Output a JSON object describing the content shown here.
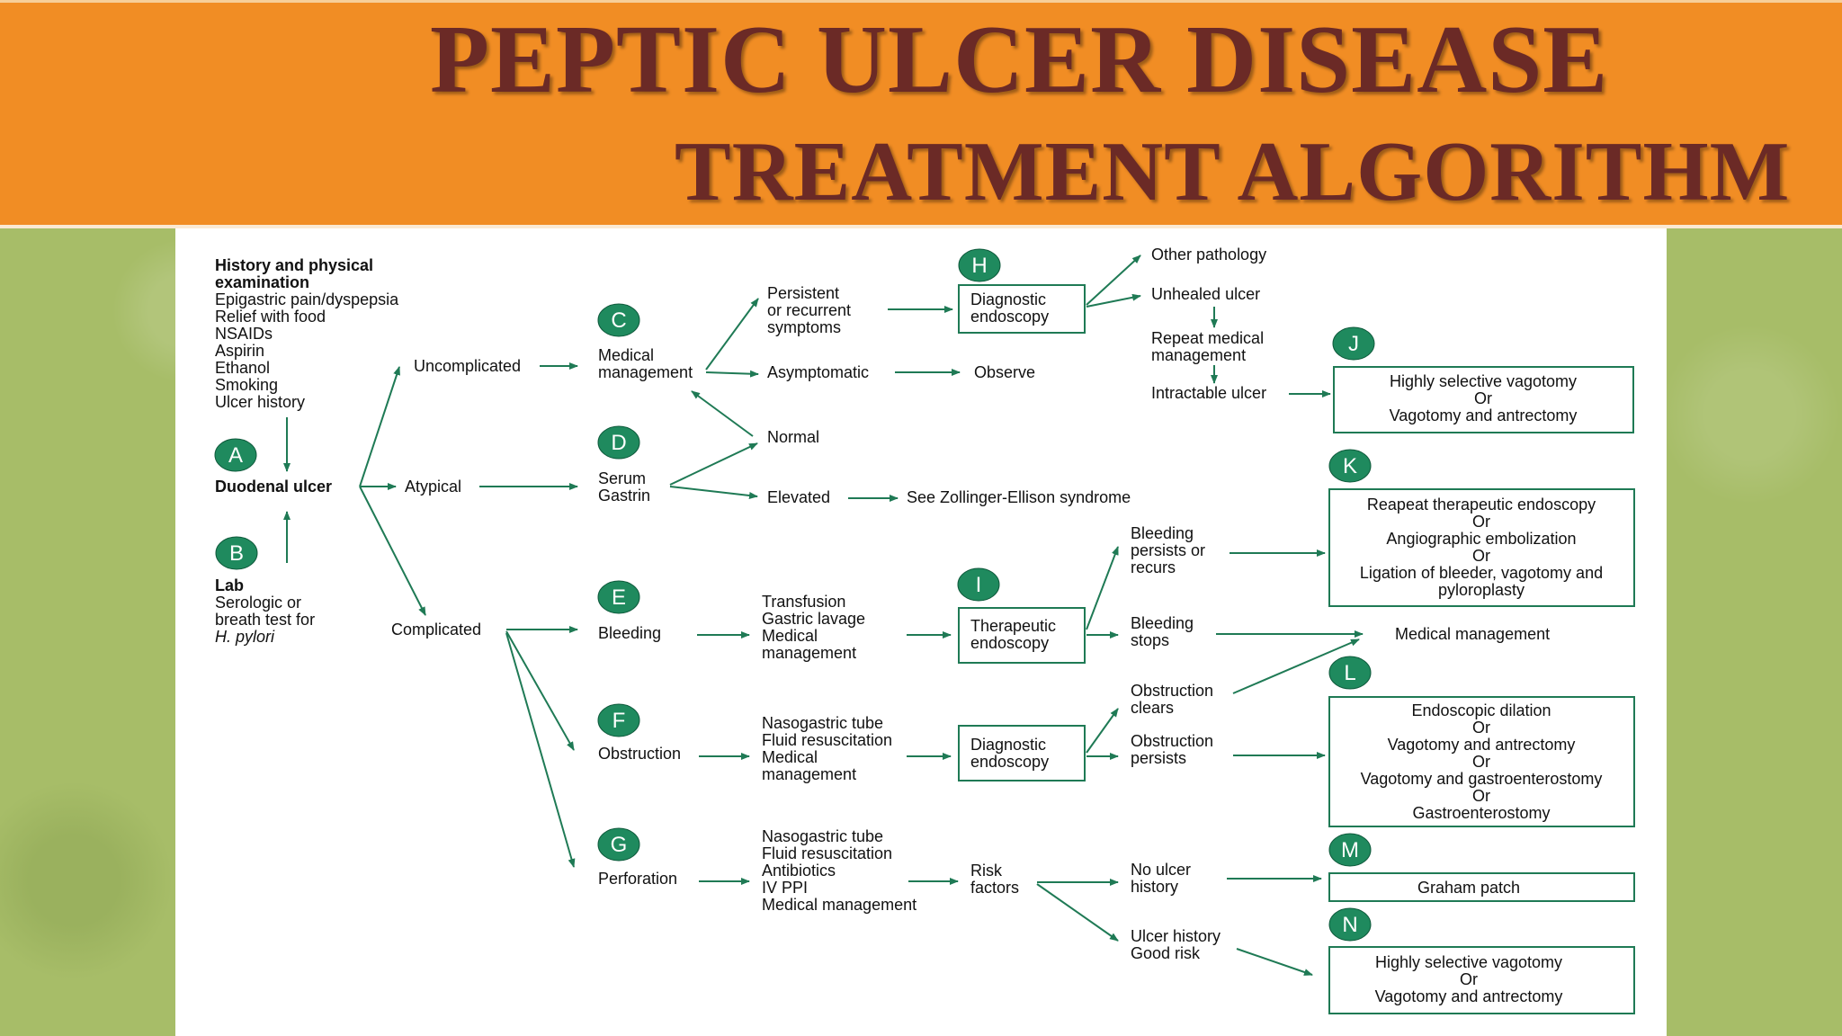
{
  "title_line1": "PEPTIC ULCER DISEASE",
  "title_line2": "TREATMENT ALGORITHM",
  "colors": {
    "banner": "#f18d24",
    "title": "#6b2a26",
    "arrow": "#1f7a55",
    "badge": "#1f8a5e",
    "background": "#a7bd68"
  },
  "nodes": {
    "history": [
      "History and physical",
      "examination"
    ],
    "history_items": [
      "Epigastric pain/dyspepsia",
      "Relief with food",
      "NSAIDs",
      "Aspirin",
      "Ethanol",
      "Smoking",
      "Ulcer history"
    ],
    "duodenal": "Duodenal ulcer",
    "lab": "Lab",
    "lab_items": [
      "Serologic or",
      "breath test for"
    ],
    "hpylori": "H. pylori",
    "uncomplicated": "Uncomplicated",
    "atypical": "Atypical",
    "complicated": "Complicated",
    "medical_mgmt": [
      "Medical",
      "management"
    ],
    "persistent": [
      "Persistent",
      "or recurrent",
      "symptoms"
    ],
    "asymptomatic": "Asymptomatic",
    "observe": "Observe",
    "diag_endo": [
      "Diagnostic",
      "endoscopy"
    ],
    "other_path": "Other pathology",
    "unhealed": "Unhealed ulcer",
    "repeat_med": [
      "Repeat medical",
      "management"
    ],
    "intractable": "Intractable ulcer",
    "box_j": [
      "Highly selective vagotomy",
      "Or",
      "Vagotomy and antrectomy"
    ],
    "serum": [
      "Serum",
      "Gastrin"
    ],
    "normal": "Normal",
    "elevated": "Elevated",
    "zes": "See Zollinger-Ellison syndrome",
    "bleeding": "Bleeding",
    "bleed_tx": [
      "Transfusion",
      "Gastric lavage",
      "Medical",
      "management"
    ],
    "ther_endo": [
      "Therapeutic",
      "endoscopy"
    ],
    "bleed_persists": [
      "Bleeding",
      "persists or",
      "recurs"
    ],
    "bleed_stops": [
      "Bleeding",
      "stops"
    ],
    "box_k": [
      "Reapeat therapeutic endoscopy",
      "Or",
      "Angiographic embolization",
      "Or",
      "Ligation of bleeder, vagotomy and",
      "pyloroplasty"
    ],
    "medical_management": "Medical management",
    "obstruction": "Obstruction",
    "obst_tx": [
      "Nasogastric tube",
      "Fluid resuscitation",
      "Medical",
      "management"
    ],
    "obst_clears": [
      "Obstruction",
      "clears"
    ],
    "obst_persists": [
      "Obstruction",
      "persists"
    ],
    "box_l": [
      "Endoscopic dilation",
      "Or",
      "Vagotomy and antrectomy",
      "Or",
      "Vagotomy and gastroenterostomy",
      "Or",
      "Gastroenterostomy"
    ],
    "perforation": "Perforation",
    "perf_tx": [
      "Nasogastric tube",
      "Fluid resuscitation",
      "Antibiotics",
      "IV PPI",
      "Medical management"
    ],
    "risk": [
      "Risk",
      "factors"
    ],
    "no_ulcer": [
      "No ulcer",
      "history"
    ],
    "ulcer_hist": [
      "Ulcer history",
      "Good risk"
    ],
    "box_m": "Graham patch",
    "box_n": [
      "Highly selective vagotomy",
      "Or",
      "Vagotomy and antrectomy"
    ]
  },
  "badges": [
    "A",
    "B",
    "C",
    "D",
    "E",
    "F",
    "G",
    "H",
    "I",
    "J",
    "K",
    "L",
    "M",
    "N"
  ]
}
